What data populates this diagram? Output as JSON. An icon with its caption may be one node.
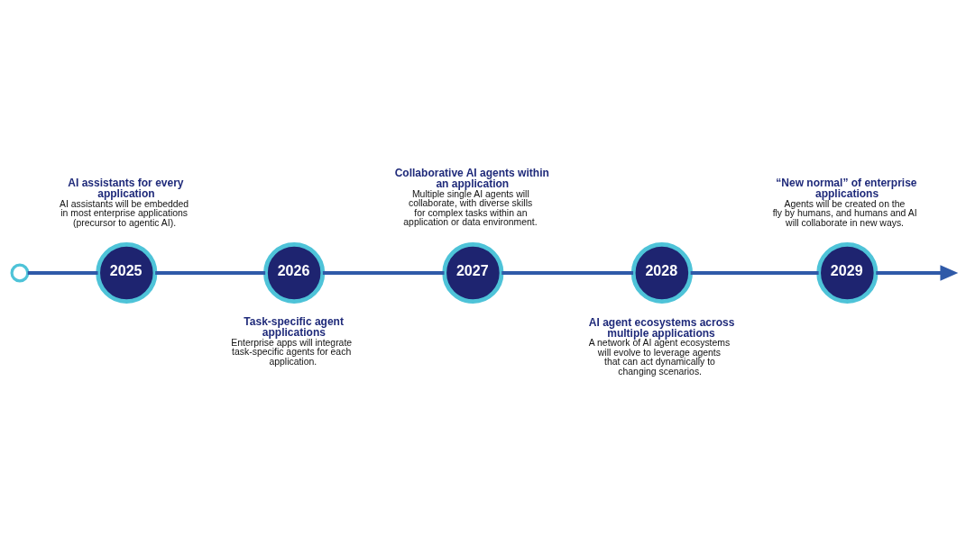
{
  "diagram": {
    "nodes": [
      {
        "text": [],
        "shape": "circle"
      },
      {
        "text": [
          "2025"
        ],
        "beside": [
          "AI assistants for every application",
          "AI assistants will be embedded in most enterprise applications (precursor to agentic AI)."
        ]
      },
      {
        "text": [
          "2026"
        ],
        "beside": [
          "Task-specific agent applications",
          "Enterprise apps will integrate task-specific agents for each application."
        ]
      },
      {
        "text": [
          "2027"
        ],
        "beside": [
          "Collaborative AI agents within an application",
          "Multiple single AI agents will collaborate, with diverse skills for complex tasks within an application or data environment."
        ]
      },
      {
        "text": [
          "2028"
        ],
        "beside": [
          "AI agent ecosystems across multiple applications",
          "A network of AI agent ecosystems will evolve to leverage agents that can act dynamically to changing scenarios."
        ]
      },
      {
        "text": [
          "2029"
        ],
        "beside": [
          "“New normal” of enterprise applications",
          "Agents will be created on the fly by humans, and humans and AI will collaborate in new ways."
        ]
      }
    ],
    "edges": [
      {
        "from": 0,
        "to": 1,
        "arrow": "none"
      },
      {
        "from": 1,
        "to": 2,
        "arrow": "none"
      },
      {
        "from": 2,
        "to": 3,
        "arrow": "none"
      },
      {
        "from": 3,
        "to": 4,
        "arrow": "none"
      },
      {
        "from": 4,
        "to": 5,
        "arrow": "none"
      },
      {
        "from": 5,
        "to": null,
        "arrow": "to"
      }
    ]
  }
}
